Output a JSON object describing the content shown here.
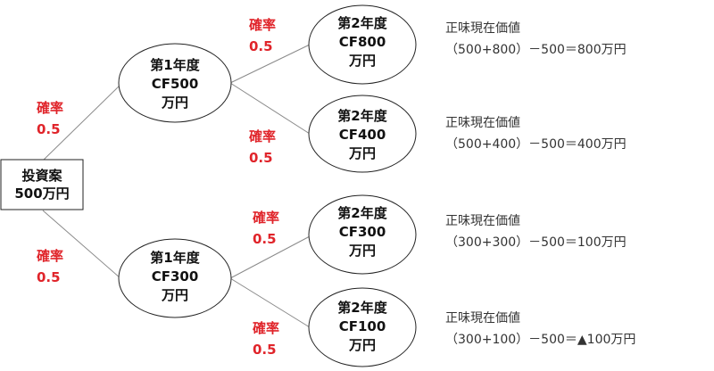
{
  "colors": {
    "probability": "#e0242a",
    "text": "#111111",
    "npv_text": "#333333",
    "edge": "#8a8a8a"
  },
  "root": {
    "line1": "投資案",
    "line2": "500万円"
  },
  "year1": [
    {
      "line1": "第1年度",
      "line2": "CF500",
      "line3": "万円",
      "prob_label": "確率",
      "prob_value": "0.5"
    },
    {
      "line1": "第1年度",
      "line2": "CF300",
      "line3": "万円",
      "prob_label": "確率",
      "prob_value": "0.5"
    }
  ],
  "year2": [
    {
      "line1": "第2年度",
      "line2": "CF800",
      "line3": "万円",
      "prob_label": "確率",
      "prob_value": "0.5",
      "npv_title": "正味現在価値",
      "npv_formula": "（500+800）－500＝800万円"
    },
    {
      "line1": "第2年度",
      "line2": "CF400",
      "line3": "万円",
      "prob_label": "確率",
      "prob_value": "0.5",
      "npv_title": "正味現在価値",
      "npv_formula": "（500+400）－500＝400万円"
    },
    {
      "line1": "第2年度",
      "line2": "CF300",
      "line3": "万円",
      "prob_label": "確率",
      "prob_value": "0.5",
      "npv_title": "正味現在価値",
      "npv_formula": "（300+300）－500＝100万円"
    },
    {
      "line1": "第2年度",
      "line2": "CF100",
      "line3": "万円",
      "prob_label": "確率",
      "prob_value": "0.5",
      "npv_title": "正味現在価値",
      "npv_formula": "（300+100）－500＝▲100万円"
    }
  ]
}
